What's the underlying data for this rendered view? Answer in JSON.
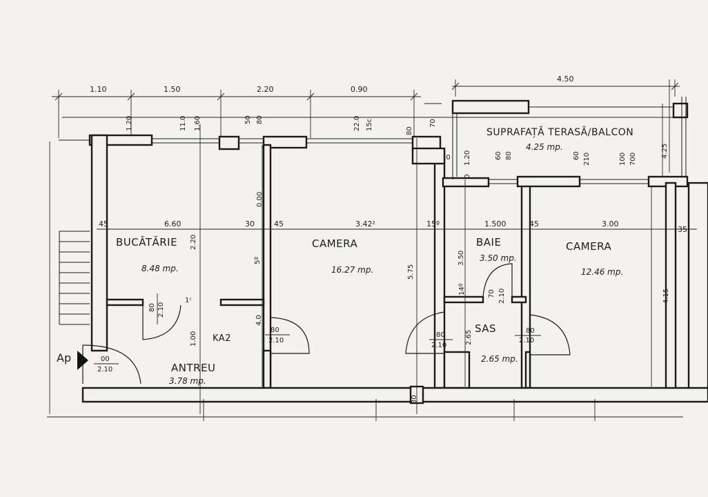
{
  "rooms": {
    "bucatarie": {
      "name": "BUCĂTĂRIE",
      "area": "8.48 mp."
    },
    "camera1": {
      "name": "CAMERA",
      "area": "16.27 mp."
    },
    "baie": {
      "name": "BAIE",
      "area": "3.50 mp."
    },
    "camera2": {
      "name": "CAMERA",
      "area": "12.46 mp."
    },
    "sas": {
      "name": "SAS",
      "area": "2.65 mp."
    },
    "antreu": {
      "name": "ANTREU",
      "area": "3.78 mp."
    },
    "terasa": {
      "name": "SUPRAFAȚĂ TERASĂ/BALCON",
      "area": "4.25 mp."
    },
    "ka2": {
      "name": "KA2"
    }
  },
  "entrance": {
    "label": "Ap"
  },
  "top_dimensions": [
    "1.10",
    "1.50",
    "2.20",
    "0.90",
    "4.50"
  ],
  "mid_dimensions": [
    "45",
    "6.60",
    "30",
    "45",
    "3.42²",
    "15º",
    "1.500",
    "45",
    "3.00",
    "35"
  ],
  "window_dimensions": [
    "1.20",
    "11.0",
    "1.60",
    "50",
    "80",
    "22.0",
    "15c",
    "80",
    "70",
    "1.20",
    "60",
    "80",
    "60",
    "210",
    "100",
    "700",
    "4.25",
    "20",
    "30"
  ],
  "vertical_dimensions": [
    "0.00",
    "2.20",
    "5º",
    "4.0",
    "5.75",
    "3.50",
    "14º",
    "1.00",
    "2.65",
    "4.15",
    "30"
  ],
  "doors": {
    "kitchen": {
      "w": "80",
      "h": "2.10"
    },
    "entrance": {
      "w": "00",
      "h": "2.10"
    },
    "camera": {
      "w": "80",
      "h": "2.10"
    },
    "baie": {
      "w": "70",
      "h": "2.10"
    },
    "sas_left": {
      "w": "80",
      "h": "2.10"
    },
    "sas_right": {
      "w": "80",
      "h": "2.10"
    },
    "misc": "1ᶜ"
  }
}
